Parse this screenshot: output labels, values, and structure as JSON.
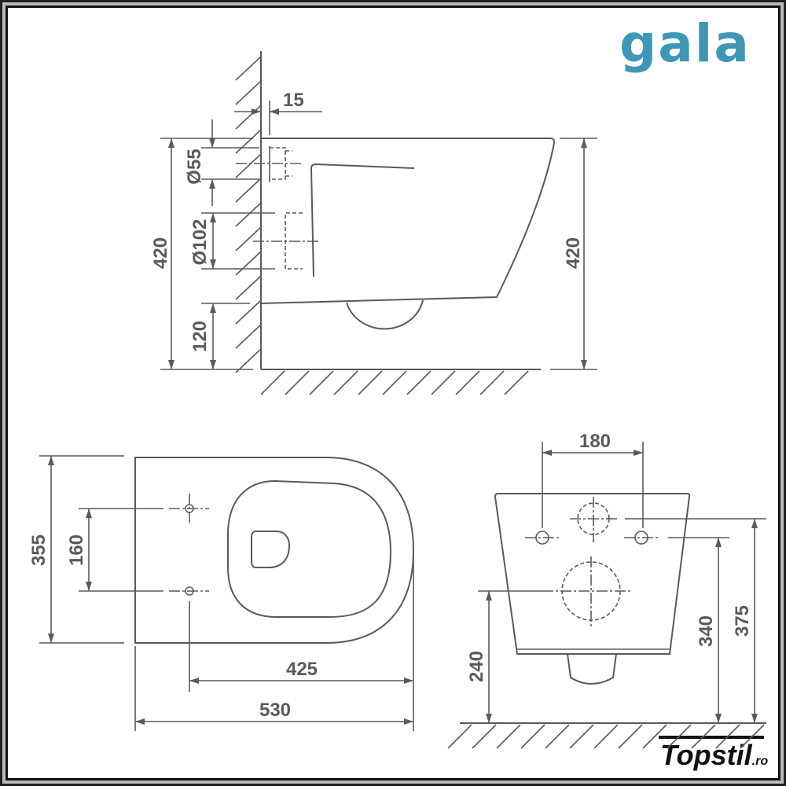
{
  "brand_logo": {
    "text": "gala",
    "color": "#3f97b5"
  },
  "dealer_logo": {
    "main": "Topstil",
    "suffix": ".ro"
  },
  "side_view": {
    "wall_offset": "15",
    "inlet_diameter": "Ø55",
    "outlet_diameter": "Ø102",
    "total_height_left": "420",
    "outlet_height": "120",
    "total_height_right": "420"
  },
  "top_view": {
    "width": "355",
    "bolt_spacing": "160",
    "bolt_to_front": "425",
    "length": "530"
  },
  "front_view": {
    "bolt_spacing": "180",
    "outlet_height": "240",
    "bolt_height": "340",
    "inlet_height": "375"
  }
}
